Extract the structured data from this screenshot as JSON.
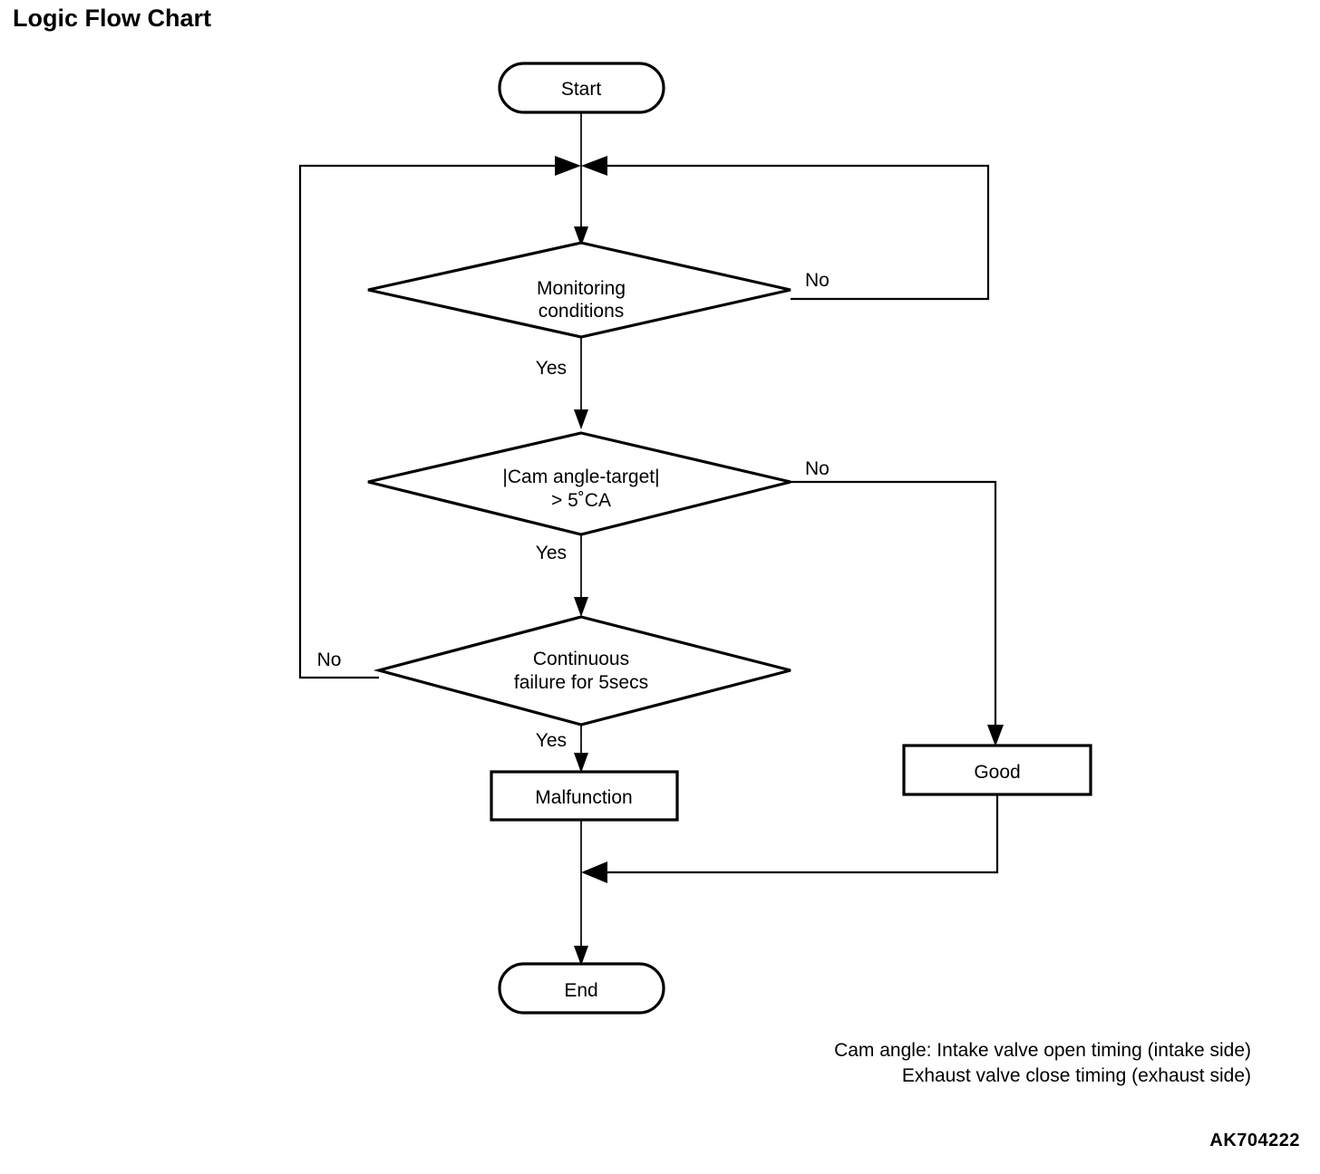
{
  "page": {
    "title": "Logic Flow Chart",
    "figure_code": "AK704222"
  },
  "nodes": {
    "start": "Start",
    "decision1": {
      "line1": "Monitoring",
      "line2": "conditions"
    },
    "decision2": {
      "line1": "|Cam angle-target|",
      "line2": "> 5˚CA"
    },
    "decision3": {
      "line1": "Continuous",
      "line2": "failure for 5secs"
    },
    "malfunction": "Malfunction",
    "good": "Good",
    "end": "End"
  },
  "branch_labels": {
    "d1_no": "No",
    "d1_yes": "Yes",
    "d2_no": "No",
    "d2_yes": "Yes",
    "d3_no": "No",
    "d3_yes": "Yes"
  },
  "footnote": {
    "line1": "Cam angle: Intake valve open timing (intake side)",
    "line2": "Exhaust valve close timing (exhaust side)"
  },
  "colors": {
    "stroke": "#000000",
    "background": "#ffffff"
  }
}
